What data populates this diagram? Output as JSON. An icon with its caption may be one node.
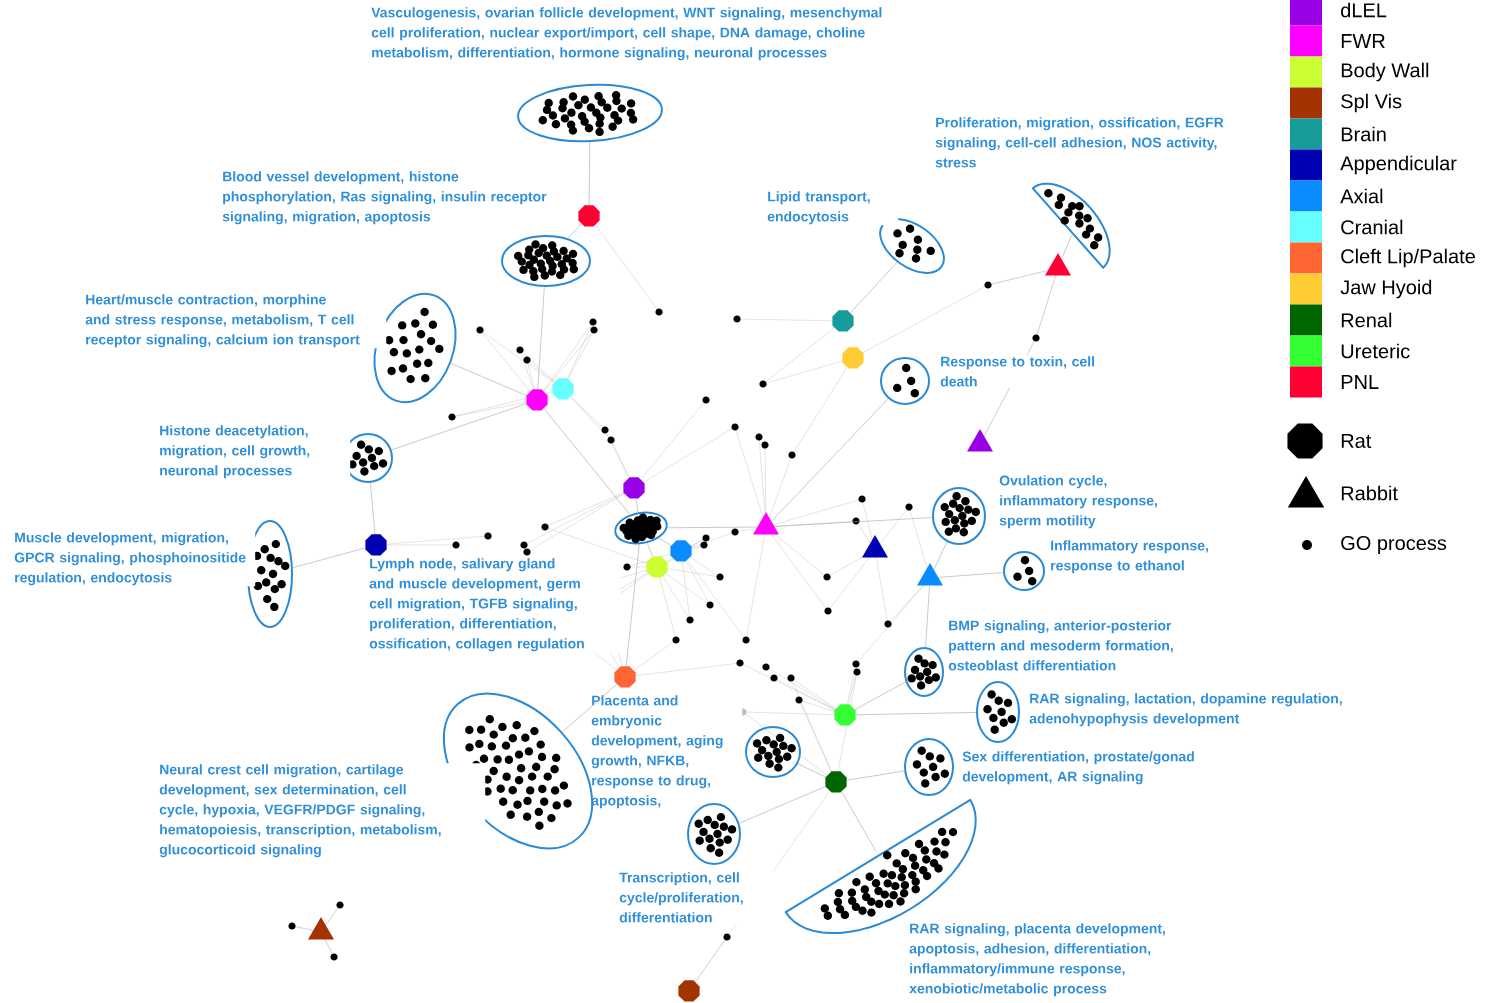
{
  "diagram": {
    "nodes": [
      {
        "text": [
          "Vasculogenesis, ovarian follicle development, WNT signaling, mesenchymal cell proliferation, nuclear export/import, cell shape, DNA damage, choline metabolism, differentiation, hormone signaling, neuronal processes"
        ]
      },
      {
        "text": [
          "Proliferation, migration, ossification, EGFR signaling, cell-cell adhesion, NOS activity, stress"
        ]
      },
      {
        "text": [
          "Blood vessel development, histone phosphorylation, Ras signaling, insulin receptor signaling, migration, apoptosis"
        ]
      },
      {
        "text": [
          "Lipid transport, endocytosis"
        ]
      },
      {
        "text": [
          "Heart/muscle contraction, morphine and stress response, metabolism, T cell receptor signaling, calcium ion transport"
        ]
      },
      {
        "text": [
          "Response to toxin, cell death"
        ]
      },
      {
        "text": [
          "Histone deacetylation, migration, cell growth, neuronal processes"
        ]
      },
      {
        "text": [
          "Ovulation cycle, inflammatory response, sperm motility"
        ]
      },
      {
        "text": [
          "Muscle development, migration, GPCR signaling, phosphoinositide regulation, endocytosis"
        ]
      },
      {
        "text": [
          "Inflammatory response, response to ethanol"
        ]
      },
      {
        "text": [
          "Lymph node, salivary gland and muscle development, germ cell migration, TGFB signaling, proliferation, differentiation, ossification, collagen regulation"
        ]
      },
      {
        "text": [
          "BMP signaling, anterior-posterior pattern and mesoderm formation, osteoblast differentiation"
        ]
      },
      {
        "text": [
          "Placenta and embryonic development, aging growth, NFKB, response to drug, apoptosis,"
        ]
      },
      {
        "text": [
          "RAR signaling, lactation, dopamine regulation, adenohypophysis development"
        ]
      },
      {
        "text": [
          "Sex differentiation, prostate/gonad development, AR signaling"
        ]
      },
      {
        "text": [
          "Neural crest cell migration, cartilage development, sex determination, cell cycle, hypoxia, VEGFR/PDGF signaling, hematopoiesis, transcription, metabolism, glucocorticoid signaling"
        ]
      },
      {
        "text": [
          "Transcription, cell cycle/proliferation, differentiation"
        ]
      },
      {
        "text": [
          "RAR signaling, placenta development, apoptosis, adhesion, differentiation, inflammatory/immune response, xenobiotic/metabolic process"
        ]
      },
      {
        "text": [],
        "shape": "octagon"
      },
      {
        "text": [],
        "shape": "triangle"
      },
      {
        "text": [],
        "shape": "octagon"
      },
      {
        "text": [],
        "shape": "octagon"
      },
      {
        "text": [],
        "shape": "octagon"
      },
      {
        "text": [],
        "shape": "octagon"
      },
      {
        "text": [],
        "shape": "triangle"
      },
      {
        "text": [],
        "shape": "octagon"
      },
      {
        "text": [],
        "shape": "triangle"
      },
      {
        "text": [],
        "shape": "octagon"
      },
      {
        "text": [],
        "shape": "octagon"
      },
      {
        "text": [],
        "shape": "octagon"
      },
      {
        "text": [],
        "shape": "triangle"
      },
      {
        "text": [],
        "shape": "triangle"
      },
      {
        "text": [],
        "shape": "octagon"
      },
      {
        "text": [],
        "shape": "octagon"
      },
      {
        "text": [],
        "shape": "octagon"
      },
      {
        "text": [],
        "shape": "triangle"
      },
      {
        "text": [],
        "shape": "octagon"
      }
    ],
    "edges": [
      {
        "from": 18,
        "to": 0,
        "arrow": "none"
      },
      {
        "from": 18,
        "to": 2,
        "arrow": "none"
      },
      {
        "from": 22,
        "to": 2,
        "arrow": "none"
      },
      {
        "from": 22,
        "to": 4,
        "arrow": "none"
      },
      {
        "from": 22,
        "to": 6,
        "arrow": "none"
      },
      {
        "from": 27,
        "to": 6,
        "arrow": "none"
      },
      {
        "from": 27,
        "to": 8,
        "arrow": "none"
      },
      {
        "from": 25,
        "to": 10,
        "arrow": "none"
      },
      {
        "from": 29,
        "to": 10,
        "arrow": "none"
      },
      {
        "from": 28,
        "to": 10,
        "arrow": "none"
      },
      {
        "from": 26,
        "to": 10,
        "arrow": "none"
      },
      {
        "from": 32,
        "to": 10,
        "arrow": "none"
      },
      {
        "from": 22,
        "to": 10,
        "arrow": "none"
      },
      {
        "from": 32,
        "to": 15,
        "arrow": "none"
      },
      {
        "from": 34,
        "to": 12,
        "arrow": "none"
      },
      {
        "from": 34,
        "to": 16,
        "arrow": "none"
      },
      {
        "from": 34,
        "to": 17,
        "arrow": "none"
      },
      {
        "from": 34,
        "to": 14,
        "arrow": "none"
      },
      {
        "from": 33,
        "to": 13,
        "arrow": "none"
      },
      {
        "from": 33,
        "to": 11,
        "arrow": "none"
      },
      {
        "from": 31,
        "to": 11,
        "arrow": "none"
      },
      {
        "from": 31,
        "to": 9,
        "arrow": "none"
      },
      {
        "from": 31,
        "to": 7,
        "arrow": "none"
      },
      {
        "from": 26,
        "to": 7,
        "arrow": "none"
      },
      {
        "from": 26,
        "to": 5,
        "arrow": "none"
      },
      {
        "from": 20,
        "to": 3,
        "arrow": "none"
      },
      {
        "from": 19,
        "to": 1,
        "arrow": "none"
      }
    ],
    "legend": [
      {
        "text": "dLEL",
        "color": "#9900e6"
      },
      {
        "text": "FWR",
        "color": "#ff00ff"
      },
      {
        "text": "Body Wall",
        "color": "#ccff33"
      },
      {
        "text": "Spl Vis",
        "color": "#a33300"
      },
      {
        "text": "Brain",
        "color": "#189b9b"
      },
      {
        "text": "Appendicular",
        "color": "#0000b3"
      },
      {
        "text": "Axial",
        "color": "#0a8cff"
      },
      {
        "text": "Cranial",
        "color": "#66ffff"
      },
      {
        "text": "Cleft Lip/Palate",
        "color": "#ff6633"
      },
      {
        "text": "Jaw Hyoid",
        "color": "#ffcc33"
      },
      {
        "text": "Renal",
        "color": "#006600"
      },
      {
        "text": "Ureteric",
        "color": "#33ff33"
      },
      {
        "text": "PNL",
        "color": "#ff0033"
      },
      {
        "text": "Rat"
      },
      {
        "text": "Rabbit"
      },
      {
        "text": "GO process"
      }
    ]
  }
}
